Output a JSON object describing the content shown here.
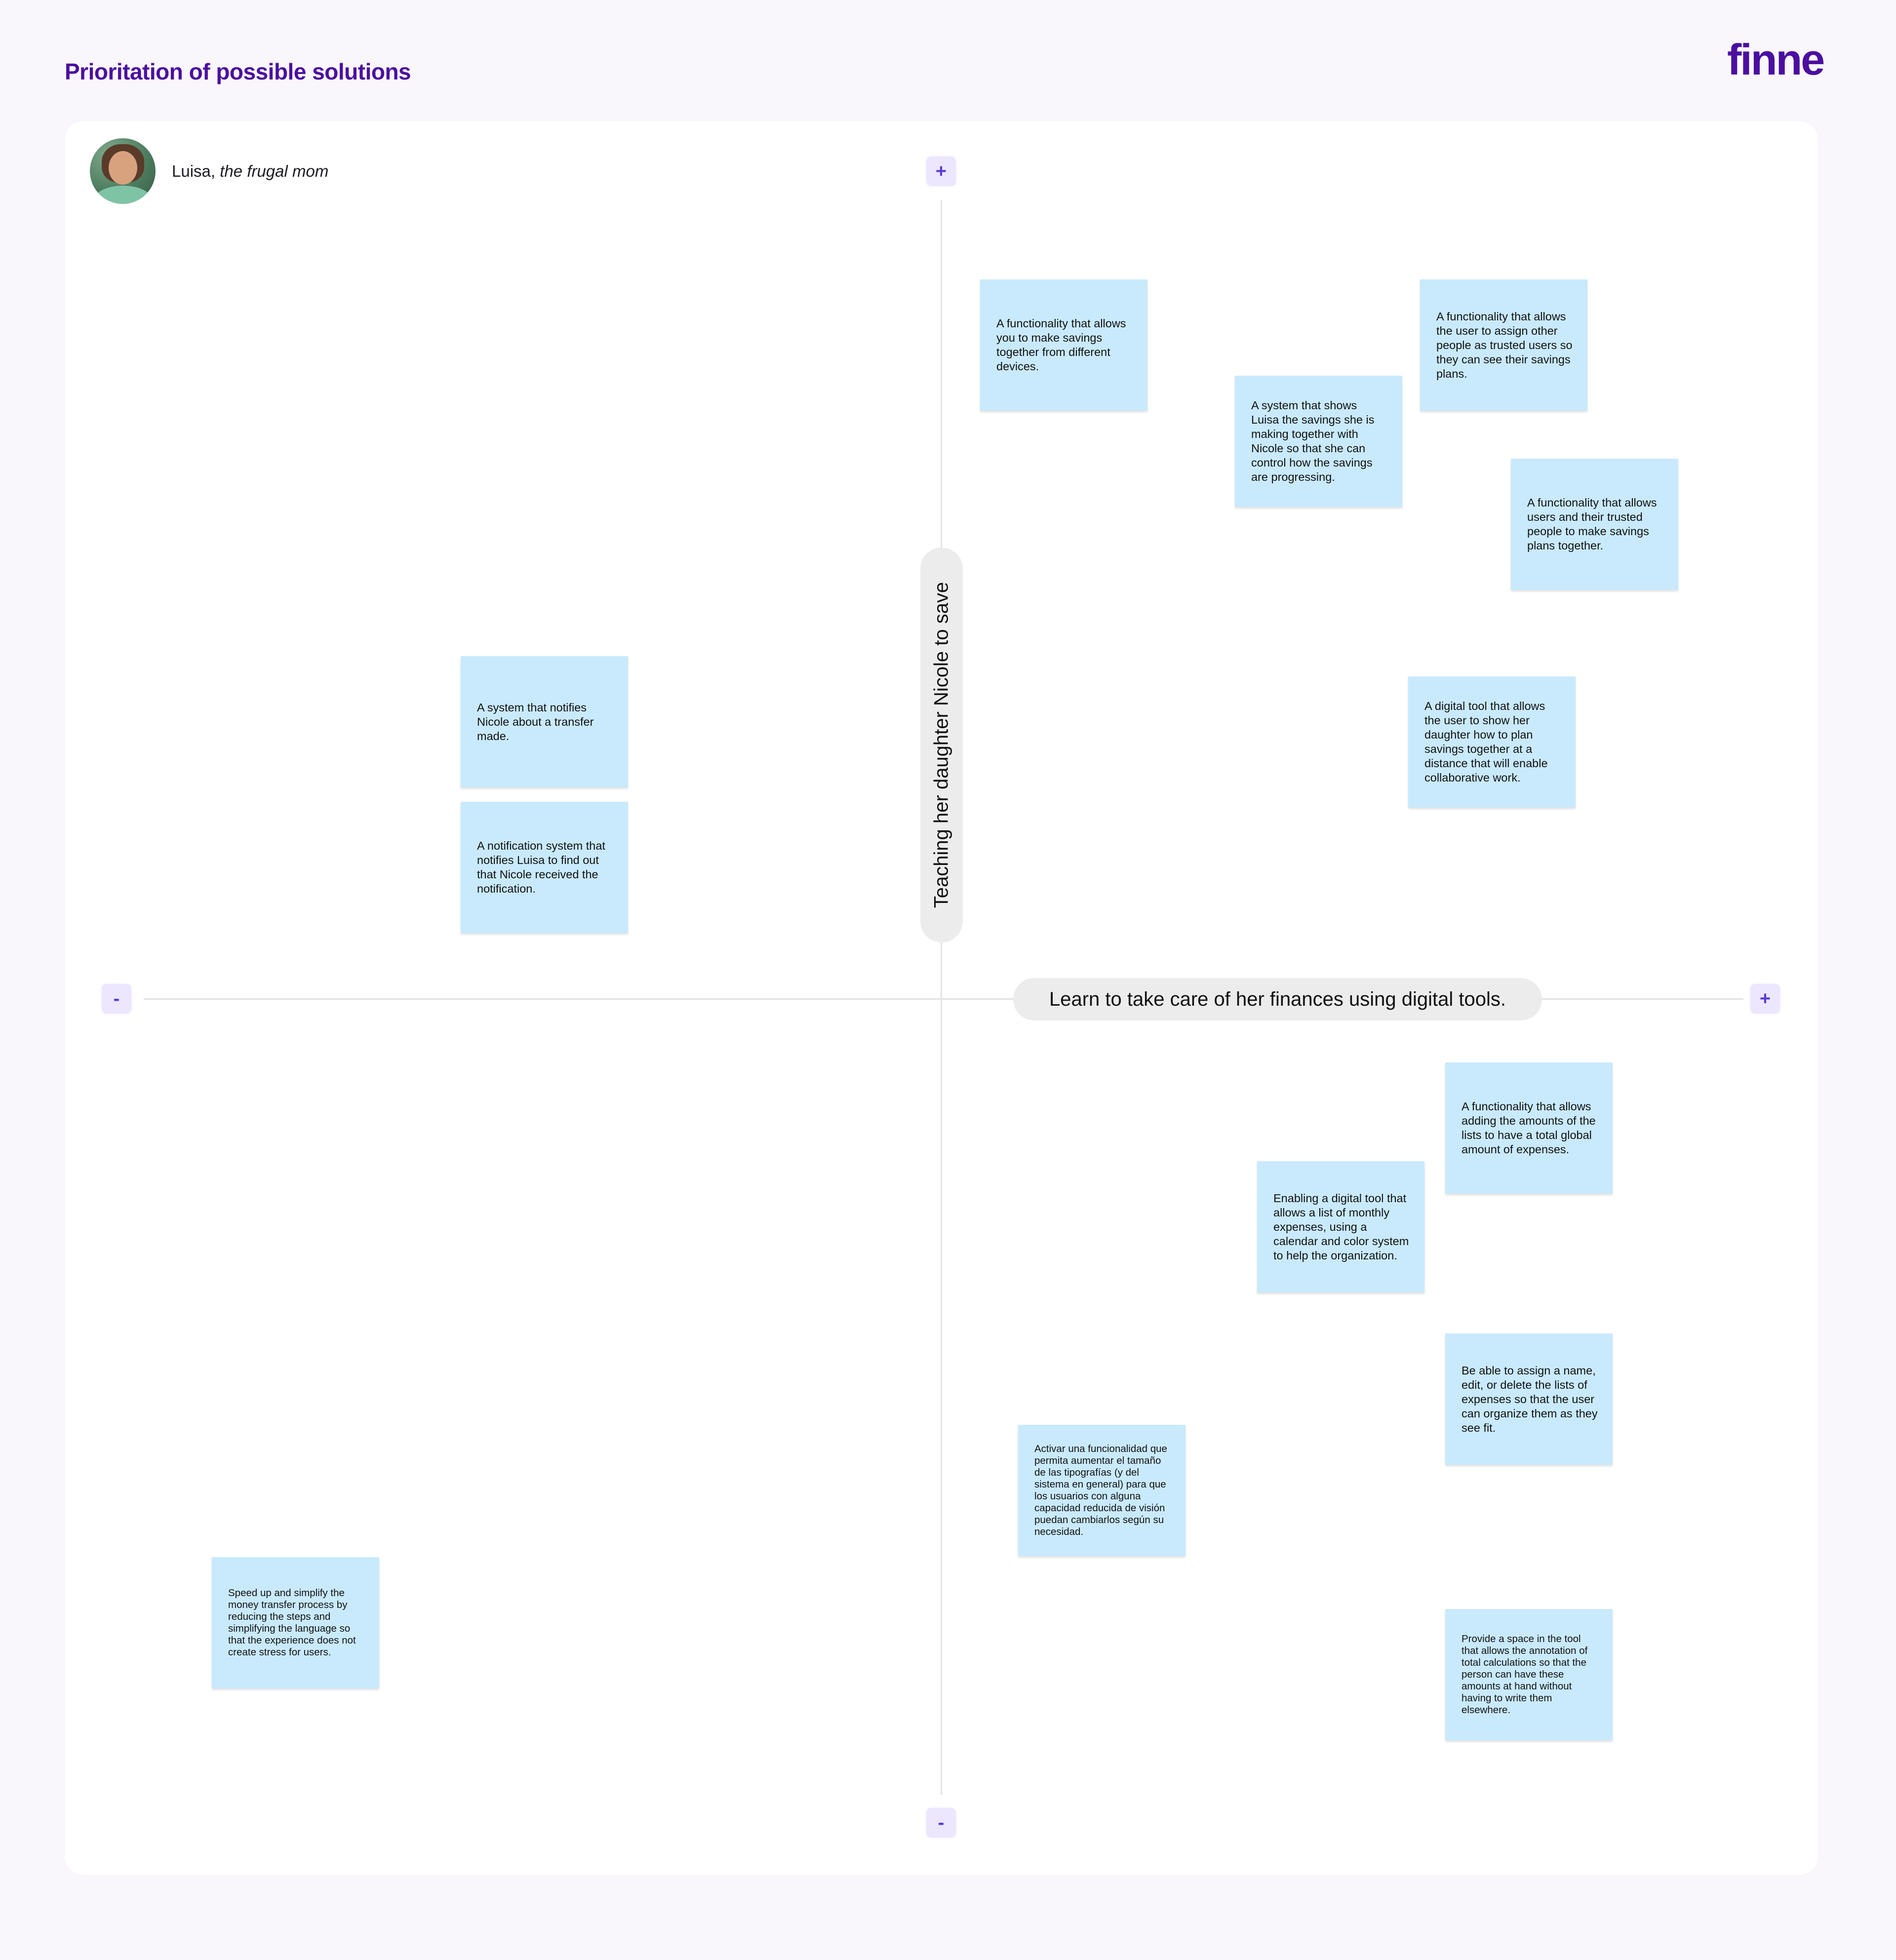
{
  "header": {
    "title": "Prioritation of possible solutions",
    "logo_text": "finne"
  },
  "persona": {
    "name": "Luisa,",
    "role": "the frugal mom",
    "avatar_icon": "persona-photo"
  },
  "axes": {
    "vertical_label": "Teaching her daughter Nicole to save",
    "horizontal_label": "Learn to take care of her finances using digital tools.",
    "top_marker": "+",
    "bottom_marker": "-",
    "left_marker": "-",
    "right_marker": "+"
  },
  "stickies": [
    {
      "text": "A functionality that allows you to make savings together from different devices."
    },
    {
      "text": "A functionality that allows the user to assign other people as trusted users so they can see their savings plans."
    },
    {
      "text": "A system that shows Luisa the savings she is making together with Nicole so that she can control how the savings are progressing."
    },
    {
      "text": "A functionality that allows users and their trusted people to make savings plans together."
    },
    {
      "text": "A digital tool that allows the user to show her daughter how to plan savings together at a distance that will enable collaborative work."
    },
    {
      "text": "A system that notifies Nicole about a transfer made."
    },
    {
      "text": "A notification system that notifies Luisa to find out that Nicole received the notification."
    },
    {
      "text": "A functionality that allows adding the amounts of the lists to have a total global amount of expenses."
    },
    {
      "text": "Enabling a digital tool that allows a list of monthly expenses, using a calendar and color system to help the organization."
    },
    {
      "text": "Be able to assign a name, edit, or delete the lists of expenses so that the user can organize them as they see fit."
    },
    {
      "text": "Activar una funcionalidad que permita aumentar el tamaño de las tipografías (y del sistema en general) para que los usuarios con alguna capacidad reducida de visión puedan cambiarlos según su necesidad."
    },
    {
      "text": "Speed up and simplify the money transfer process by reducing the steps and simplifying the language so that the experience does not create stress for users."
    },
    {
      "text": "Provide a space in the tool that allows the annotation of total calculations so that the person can have these amounts at hand without having to write them elsewhere."
    }
  ],
  "colors": {
    "brand": "#4b0fa0",
    "sticky": "#c9eafc",
    "axis_button_bg": "#ece6ff",
    "axis_button_fg": "#5b3bd6",
    "background": "#f9f7fc"
  }
}
